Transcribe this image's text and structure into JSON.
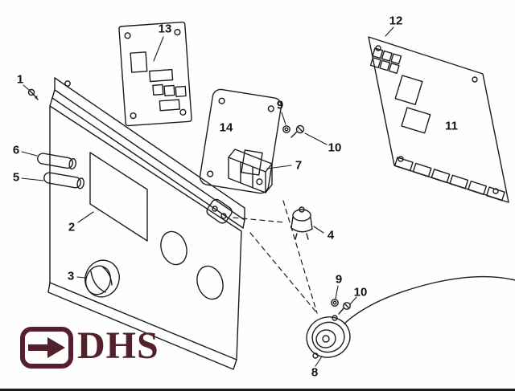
{
  "labels": [
    {
      "text": "1"
    },
    {
      "text": "13"
    },
    {
      "text": "12"
    },
    {
      "text": "9"
    },
    {
      "text": "10"
    },
    {
      "text": "14"
    },
    {
      "text": "7"
    },
    {
      "text": "6"
    },
    {
      "text": "5"
    },
    {
      "text": "11"
    },
    {
      "text": "2"
    },
    {
      "text": "4"
    },
    {
      "text": "3"
    },
    {
      "text": "9"
    },
    {
      "text": "10"
    },
    {
      "text": "8"
    }
  ],
  "logo": {
    "text": "DHS",
    "icon": "arrow-right-icon",
    "color": "#53202c"
  },
  "colors": {
    "ink": "#1c1c1c",
    "background": "#fefefe",
    "logo_maroon": "#53202c"
  }
}
